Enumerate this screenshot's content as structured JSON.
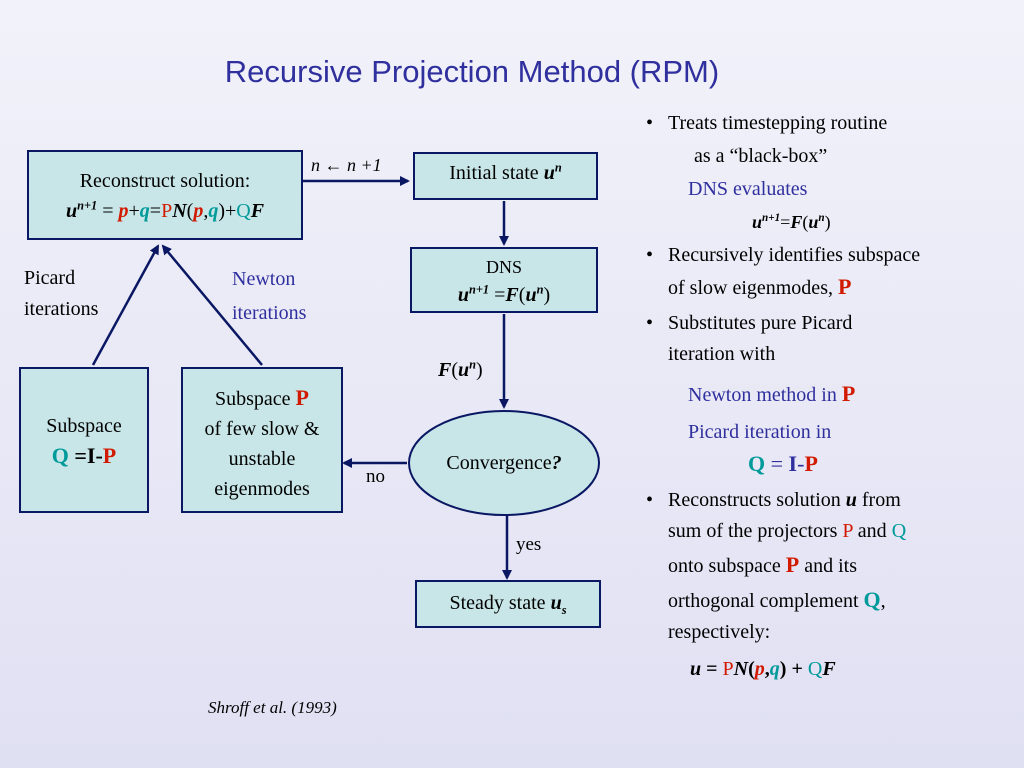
{
  "title": "Recursive Projection Method (RPM)",
  "left_diagram": {
    "reconstruct_line1": "Reconstruct solution:",
    "loop_text": "n ← n +1",
    "initial_state": "Initial state",
    "dns_label": "DNS",
    "f_un": "F(u",
    "convergence": "Convergence",
    "no_label": "no",
    "yes_label": "yes",
    "steady_state": "Steady state",
    "picard_line1": "Picard",
    "picard_line2": "iterations",
    "newton_line1": "Newton",
    "newton_line2": "iterations",
    "subspace_q_line1": "Subspace",
    "subspace_p_line1": "Subspace",
    "subspace_p_line2": "of few slow &",
    "subspace_p_line3": "unstable",
    "subspace_p_line4": "eigenmodes",
    "citation": "Shroff et al. (1993)"
  },
  "right_bullets": {
    "b1_line1": "Treats timestepping routine",
    "b1_line2": "as a “black-box”",
    "b1_line3": "DNS evaluates",
    "b2_line1": "Recursively identifies subspace",
    "b2_line2": "of slow eigenmodes,",
    "b3_line1": "Substitutes pure Picard",
    "b3_line2": "iteration  with",
    "b3_newton": "Newton method in",
    "b3_picard": "Picard iteration in",
    "b4_line1a": "Reconstructs solution",
    "b4_line1b": "from",
    "b4_line2a": "sum of the projectors",
    "b4_line2b": "and",
    "b4_line3a": "onto subspace",
    "b4_line3b": "and its",
    "b4_line4": "orthogonal complement",
    "b4_line5": "respectively:"
  },
  "colors": {
    "title": "#2f2f9e",
    "box_fill": "#c8e6e8",
    "box_border": "#0a1763",
    "P": "#d11a00",
    "Q": "#009a9a"
  }
}
